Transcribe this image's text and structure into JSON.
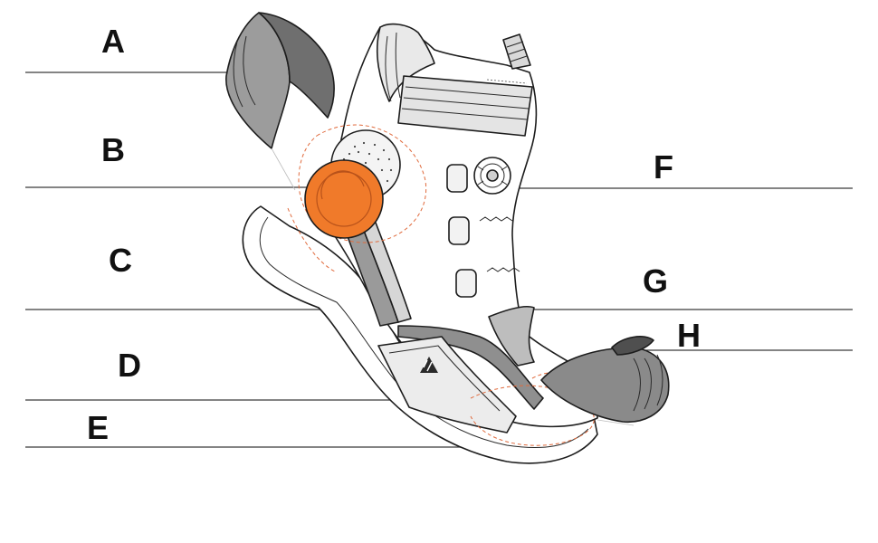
{
  "callouts": [
    {
      "id": "A",
      "label": "A"
    },
    {
      "id": "B",
      "label": "B"
    },
    {
      "id": "C",
      "label": "C"
    },
    {
      "id": "D",
      "label": "D"
    },
    {
      "id": "E",
      "label": "E"
    },
    {
      "id": "F",
      "label": "F"
    },
    {
      "id": "G",
      "label": "G"
    },
    {
      "id": "H",
      "label": "H"
    }
  ],
  "colors": {
    "accent_orange": "#f07a2a",
    "dark_gray": "#6f6f6f",
    "mid_gray": "#9a9a9a",
    "light_gray": "#d6d6d6",
    "outline": "#1d1d1d",
    "dashed_guide": "#e06a3c"
  },
  "icons": {
    "brand_logo": "three-stripe-triangle-logo",
    "dial": "lacing-dial-icon"
  }
}
